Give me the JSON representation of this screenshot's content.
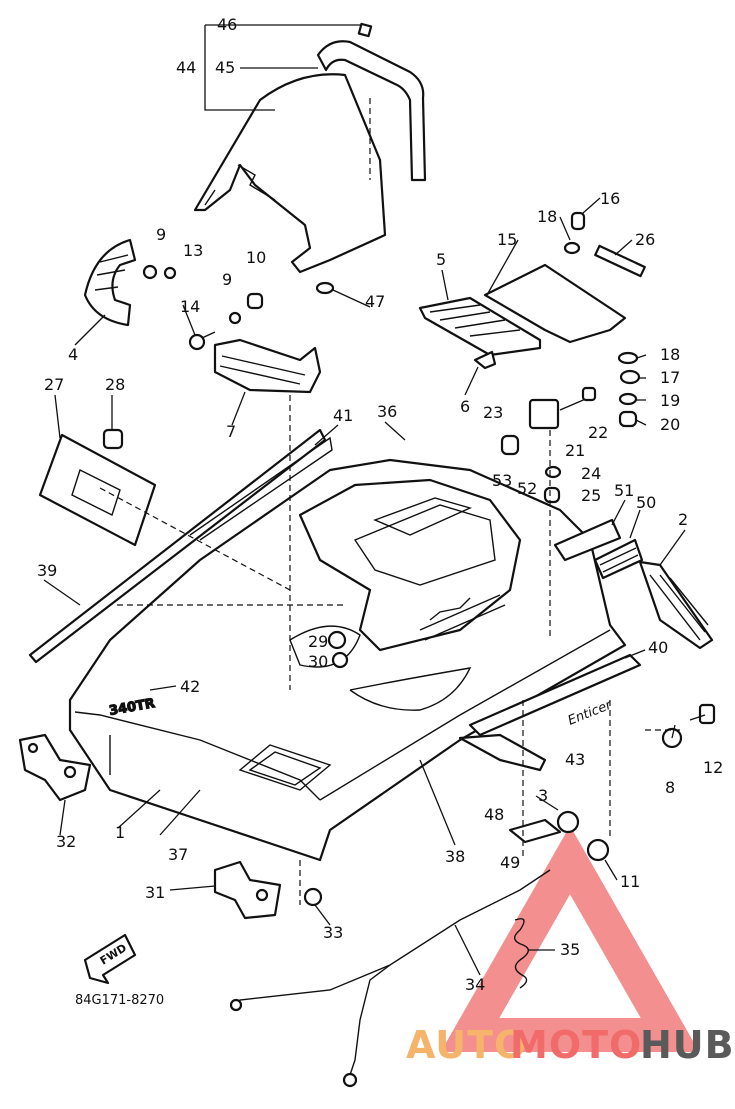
{
  "diagram": {
    "callouts": [
      "46",
      "44",
      "45",
      "9",
      "13",
      "9",
      "10",
      "14",
      "47",
      "4",
      "7",
      "16",
      "18",
      "26",
      "15",
      "5",
      "18",
      "17",
      "19",
      "20",
      "6",
      "23",
      "22",
      "21",
      "24",
      "27",
      "28",
      "41",
      "36",
      "53",
      "52",
      "25",
      "51",
      "50",
      "2",
      "39",
      "29",
      "30",
      "40",
      "42",
      "43",
      "8",
      "12",
      "3",
      "32",
      "1",
      "37",
      "38",
      "48",
      "49",
      "11",
      "31",
      "33",
      "35",
      "34"
    ],
    "part_code": "84G171-8270",
    "fwd_label": "FWD",
    "decal_text": "Enticer",
    "plate_text": "340TR"
  },
  "watermark": {
    "part1": "AUTO",
    "part2": "MOTO",
    "part3": "HUB",
    "colors": {
      "auto": "#f5b46a",
      "moto": "#f26b6b",
      "hub": "#5a5a5a",
      "triangle": "#f06a6a"
    }
  }
}
